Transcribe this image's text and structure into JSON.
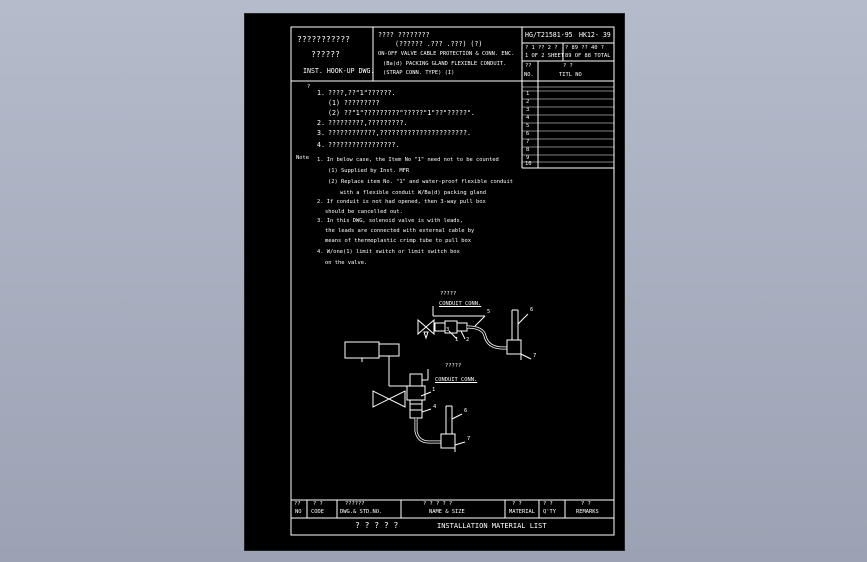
{
  "title_block": {
    "left_line1": "???????????",
    "left_line2": "??????",
    "left_line3": "INST. HOOK-UP DWG.",
    "mid_line1": "????  ????????",
    "mid_line2": "(??????  .???  .???)  (?)",
    "mid_line3": "ON-OFF VALVE CABLE PROTECTION & CONN. ENC.",
    "mid_line4": "(Ba(d) PACKING GLAND FLEXIBLE CONDUIT.",
    "mid_line5": "(STRAP CONN. TYPE) (I)",
    "doc_no": "HG/T21581-95",
    "sheet_no": "HK12- 39",
    "sheet_label1": "? 1 ?? 2 ?",
    "sheet_label2": "1 OF 2 SHEET",
    "total_label1": "? 89 ?? 40 ?",
    "total_label2": "89 OF 88 TOTAL"
  },
  "notes": {
    "marker": "?",
    "items": [
      {
        "num": "1.",
        "text": "????,??\"1\"??????."
      },
      {
        "num": "",
        "text": "(1)  ?????????"
      },
      {
        "num": "",
        "text": "(2)  ??\"1\"?????????\"?????\"1\"??\"?????\"."
      },
      {
        "num": "2.",
        "text": "?????????,?????????."
      },
      {
        "num": "3.",
        "text": "????????????,??????????????????????."
      },
      {
        "num": "4.",
        "text": "?????????????????."
      }
    ]
  },
  "note_en": {
    "label": "Note",
    "lines": [
      "1. In below case, the Item No \"1\" need not to be counted",
      "(1)  Supplied by Inst. MFR",
      "(2)  Replace item No. \"1\" and water-proof flexible conduit",
      "with a flexible conduit W/Ba(d) packing gland",
      "2. If conduit is not had opened, then 3-way pull box",
      "should be cancelled out.",
      "3. In this DWG, solenoid valve is with leads,",
      "the leads are connected with external cable by",
      "means of thermoplastic crimp tube to pull box",
      "4. W/one(1) limit switch or limit switch box",
      "on the valve."
    ]
  },
  "item_table": {
    "header_cn1": "??",
    "header_cn2": "?  ?",
    "header_no": "NO.",
    "header_title": "TITL NO",
    "rows": [
      "1",
      "2",
      "3",
      "4",
      "5",
      "6",
      "7",
      "8",
      "9",
      "10"
    ]
  },
  "diagram": {
    "label_top_cn": "?????",
    "label_top_en": "CONDUIT CONN.",
    "label_bot_cn": "?????",
    "label_bot_en": "CONDUIT CONN.",
    "callouts_top": [
      "1",
      "2",
      "3",
      "5",
      "6",
      "7"
    ],
    "callouts_bot": [
      "1",
      "4",
      "6",
      "7"
    ]
  },
  "material_list": {
    "headers_cn": [
      "??",
      "?  ?",
      "??????",
      "?  ?  ?  ?  ?",
      "?  ?",
      "?  ?",
      "?  ?"
    ],
    "headers_en": [
      "NO",
      "CODE",
      "DWG.& STD.NO.",
      "NAME & SIZE",
      "MATERIAL",
      "Q'TY",
      "REMARKS"
    ],
    "title_cn": "?  ?  ?  ?  ?",
    "title_en": "INSTALLATION  MATERIAL  LIST"
  }
}
